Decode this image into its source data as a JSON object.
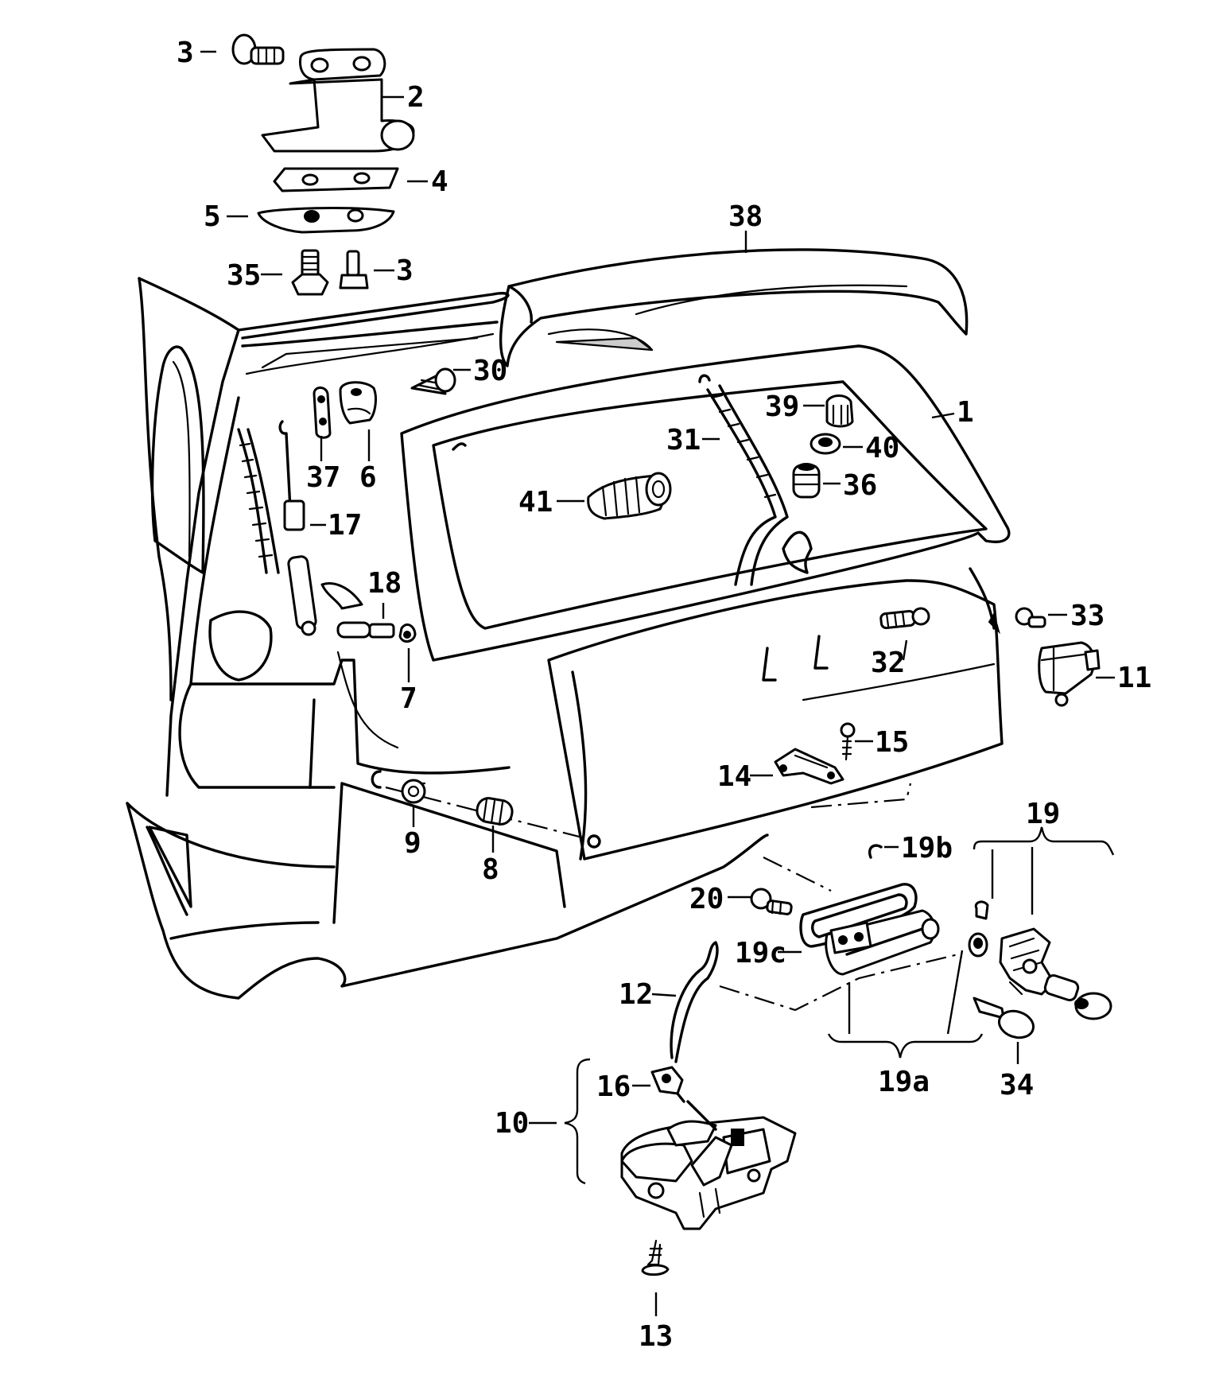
{
  "labels": {
    "p1": "1",
    "p2": "2",
    "p3a": "3",
    "p3b": "3",
    "p4": "4",
    "p5": "5",
    "p6": "6",
    "p7": "7",
    "p8": "8",
    "p9": "9",
    "p10": "10",
    "p11": "11",
    "p12": "12",
    "p13": "13",
    "p14": "14",
    "p15": "15",
    "p16": "16",
    "p17": "17",
    "p18": "18",
    "p19": "19",
    "p19a": "19a",
    "p19b": "19b",
    "p19c": "19c",
    "p20": "20",
    "p30": "30",
    "p31": "31",
    "p32": "32",
    "p33": "33",
    "p34": "34",
    "p35": "35",
    "p36": "36",
    "p37": "37",
    "p38": "38",
    "p39": "39",
    "p40": "40",
    "p41": "41"
  }
}
